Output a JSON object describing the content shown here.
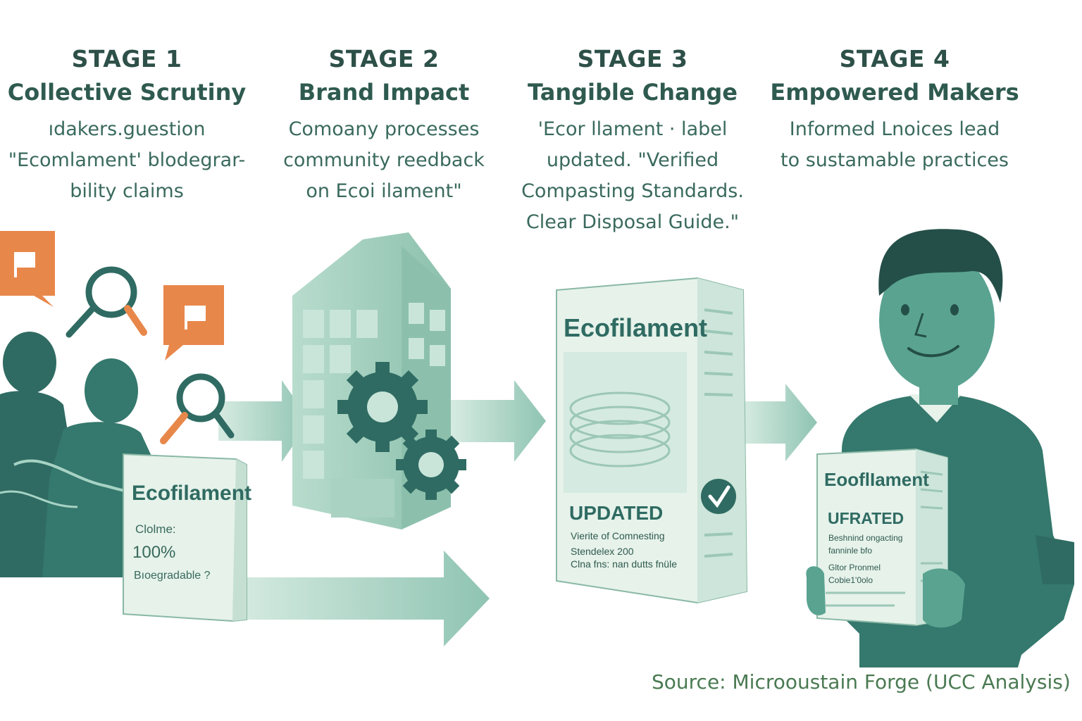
{
  "stages": [
    {
      "number": "STAGE 1",
      "title": "Collective Scrutiny",
      "description": "ıdakers.guestion\n\"Ecomlament' blodegrar-\nbility claims"
    },
    {
      "number": "STAGE 2",
      "title": "Brand Impact",
      "description": "Comoany processes\ncommunity reedback\non  Ecoi ilament\""
    },
    {
      "number": "STAGE 3",
      "title": "Tangible Change",
      "description": "'Ecor llament · label\nupdated. \"Verified\nCompasting Standards.\nClear Disposal Guide.\""
    },
    {
      "number": "STAGE 4",
      "title": "Empowered Makers",
      "description": "Informed Lnoices lead\nto sustamable practices"
    }
  ],
  "box1": {
    "brand": "Ecofilament",
    "line1": "Clolme:",
    "line2": "100%",
    "line3": "Bıoegradable ?"
  },
  "box3": {
    "brand": "Ecofilament",
    "status": "UPDATED",
    "line1": "Vierite of Comnesting",
    "line2": "Stendelex 200",
    "line3": "Clna fns: nan dutts fnüle"
  },
  "box4": {
    "brand": "EooflIament",
    "status": "UFRATED",
    "line1": "Beshnind ongacting",
    "line2": "fanninle bfo",
    "line3": "Gltor Pronmel",
    "line4": "Cobie1'0olo"
  },
  "source": "Source: Microoustain Forge (UCC Analysis)",
  "icons": [
    "comment-icon",
    "magnifier-icon",
    "gear-icon",
    "checkmark-icon",
    "arrow-icon"
  ],
  "colors": {
    "teal_dark": "#2f6b62",
    "teal": "#3f8f80",
    "teal_light": "#a6d3c4",
    "orange": "#e8874a",
    "green_text": "#4a7a52"
  }
}
